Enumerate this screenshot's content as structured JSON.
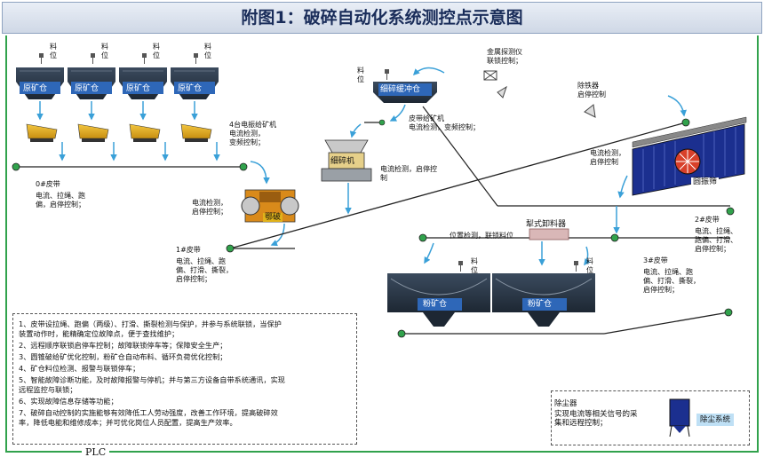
{
  "title": "附图1：破碎自动化系统测控点示意图",
  "plc_label": "PLC",
  "level_label": "料\n位",
  "ore_bin_label": "原矿仓",
  "feeders_label": "4台电振给矿机\n电流检测，\n变频控制；",
  "belt0_label": "0#皮带",
  "belt0_desc": "电流、拉绳、跑\n偏，启停控制；",
  "jaw_desc": "电流检测，\n启停控制；",
  "jaw_label": "鄂破",
  "belt1_label": "1#皮带",
  "belt1_desc": "电流、拉绳、跑\n偏、打滑、撕裂，\n启停控制；",
  "fine_bin_label": "细碎缓冲仓",
  "metal_detector_label": "金属探测仪\n联锁控制；",
  "belt_feeder_label": "皮带给矿机\n电流检测，变频控制；",
  "fine_crusher_label": "细碎机",
  "fine_crusher_desc": "电流检测，启停控\n制",
  "iron_remover_label": "除铁器\n启停控制",
  "screen_desc": "电流检测，\n启停控制",
  "screen_label": "圆振筛",
  "belt2_label": "2#皮带",
  "belt2_desc": "电流、拉绳、\n跑偏、打滑、\n启停控制；",
  "plow_unloader_label": "犁式卸料器",
  "plow_desc": "位置检测，联锁料位",
  "powder_bin_label": "粉矿仓",
  "belt3_label": "3#皮带",
  "belt3_desc": "电流、拉绳、跑\n偏、打滑、撕裂，\n启停控制；",
  "notes": [
    "1、皮带设拉绳、跑偏（两级）、打滑、撕裂检测与保护，并参与系统联锁，当保护\n装置动作时，能精确定位故障点，便于查找维护；",
    "2、远程顺序联锁启停车控制；故障联锁停车等；保障安全生产；",
    "3、圆锥破给矿优化控制，粉矿仓自动布料、循环负荷优化控制；",
    "4、矿仓料位检测、报警与联锁停车；",
    "5、智能故障诊断功能，及时故障报警与停机；并与第三方设备自带系统通讯，实现\n远程监控与联锁；",
    "6、实现故障信息存储等功能；",
    "7、破碎自动控制的实施能够有效降低工人劳动强度，改善工作环境，提高破碎效\n率，降低电能和维修成本；并可优化岗位人员配置，提高生产效率。"
  ],
  "dust_title": "除尘器",
  "dust_desc": "实现电流等相关信号的采\n集和远程控制；",
  "dust_system_label": "除尘系统",
  "colors": {
    "belt_green": "#31a24c",
    "bin_blue": "#2e67b8",
    "flow_cyan": "#3aa0d8",
    "crusher_yellow": "#e0b21a"
  }
}
